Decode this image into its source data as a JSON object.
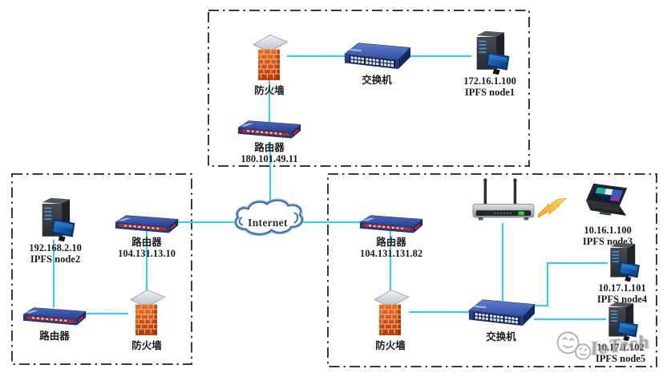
{
  "colors": {
    "link": "#3ec9f5",
    "zone_border": "#3a3a3a",
    "firewall_brick": "#cf4414",
    "router_blue": "#2a4590"
  },
  "cloud": {
    "label": "Internet"
  },
  "watermark": {
    "text": "IoTech"
  },
  "zones": {
    "top": "datacenter-zone-top",
    "left": "lan-zone-left",
    "right": "lan-zone-right"
  },
  "nodes": {
    "fw1": {
      "label": "防火墙"
    },
    "sw1": {
      "label": "交换机"
    },
    "node1": {
      "line1": "172.16.1.100",
      "line2": "IPFS node1"
    },
    "r1": {
      "line1": "路由器",
      "line2": "180.101.49.11"
    },
    "node2": {
      "line1": "192.168.2.10",
      "line2": "IPFS node2"
    },
    "r2": {
      "line1": "路由器",
      "line2": "104.131.13.10"
    },
    "r3": {
      "label": "路由器"
    },
    "fw2": {
      "label": "防火墙"
    },
    "r4": {
      "line1": "路由器",
      "line2": "104.131.131.82"
    },
    "node3": {
      "line1": "10.16.1.100",
      "line2": "IPFS node3"
    },
    "node4": {
      "line1": "10.17.1.101",
      "line2": "IPFS node4"
    },
    "node5": {
      "line1": "10.17.1.102",
      "line2": "IPFS node5"
    },
    "fw3": {
      "label": "防火墙"
    },
    "sw2": {
      "label": "交换机"
    }
  }
}
